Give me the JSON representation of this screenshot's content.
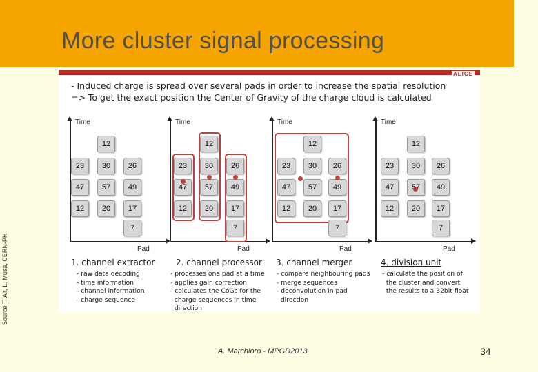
{
  "slide": {
    "title": "More cluster signal processing",
    "source": "Source T. Alt, L. Musa, CERN-PH",
    "footer": "A. Marchioro - MPGD2013",
    "page_number": "34",
    "header_color": "#f5a400",
    "background_color": "#fefde4"
  },
  "figure": {
    "logo": "ALICE",
    "intro_lines": [
      "- Induced charge is spread over several pads in order to increase the spatial resolution",
      "   => To get the exact position the Center of Gravity of the charge cloud is calculated"
    ],
    "axis_time": "Time",
    "axis_pad": "Pad",
    "pad_values": [
      "12",
      "23",
      "30",
      "26",
      "47",
      "57",
      "49",
      "12",
      "20",
      "17",
      "7"
    ],
    "accent_color": "#b5453d",
    "panels": [
      {
        "title": "1. channel extractor",
        "notes": "- raw data decoding\n- time information\n- channel information\n- charge sequence"
      },
      {
        "title": "2. channel processor",
        "notes": "- processes one pad at a time\n- applies gain correction\n- calculates the CoGs for the\n  charge sequences in time\n  direction"
      },
      {
        "title": "3. channel merger",
        "notes": "- compare neighbouring pads\n- merge sequences\n- deconvolution in pad\n  direction"
      },
      {
        "title": "4. division unit",
        "notes": "- calculate the position of\n  the cluster and convert\n  the results to a 32bit float"
      }
    ]
  }
}
